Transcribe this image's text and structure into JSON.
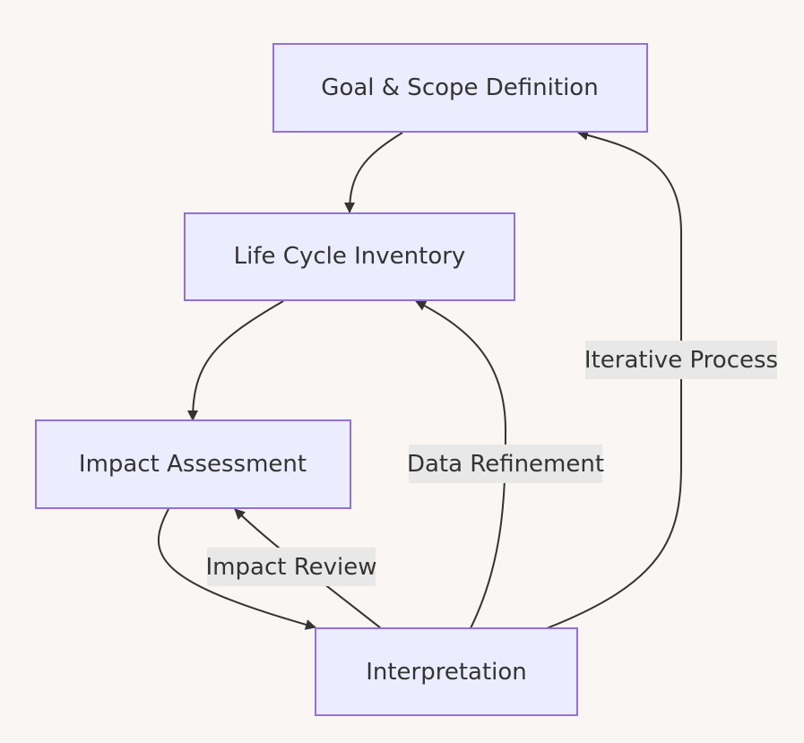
{
  "colors": {
    "background": "#f9f6f4",
    "node_fill": "#ececff",
    "node_stroke": "#9370db",
    "edge": "#333333",
    "label_bg": "#e8e8e8",
    "text": "#333333"
  },
  "nodes": {
    "goal": {
      "label": "Goal & Scope Definition"
    },
    "inventory": {
      "label": "Life Cycle Inventory"
    },
    "assessment": {
      "label": "Impact Assessment"
    },
    "interpretation": {
      "label": "Interpretation"
    }
  },
  "edges": [
    {
      "from": "Goal & Scope Definition",
      "to": "Life Cycle Inventory",
      "label": ""
    },
    {
      "from": "Life Cycle Inventory",
      "to": "Impact Assessment",
      "label": ""
    },
    {
      "from": "Impact Assessment",
      "to": "Interpretation",
      "label": ""
    },
    {
      "from": "Interpretation",
      "to": "Impact Assessment",
      "label": "Impact Review"
    },
    {
      "from": "Interpretation",
      "to": "Life Cycle Inventory",
      "label": "Data Refinement"
    },
    {
      "from": "Interpretation",
      "to": "Goal & Scope Definition",
      "label": "Iterative Process"
    }
  ],
  "edge_labels": {
    "impact_review": "Impact Review",
    "data_refinement": "Data Refinement",
    "iterative_process": "Iterative Process"
  }
}
